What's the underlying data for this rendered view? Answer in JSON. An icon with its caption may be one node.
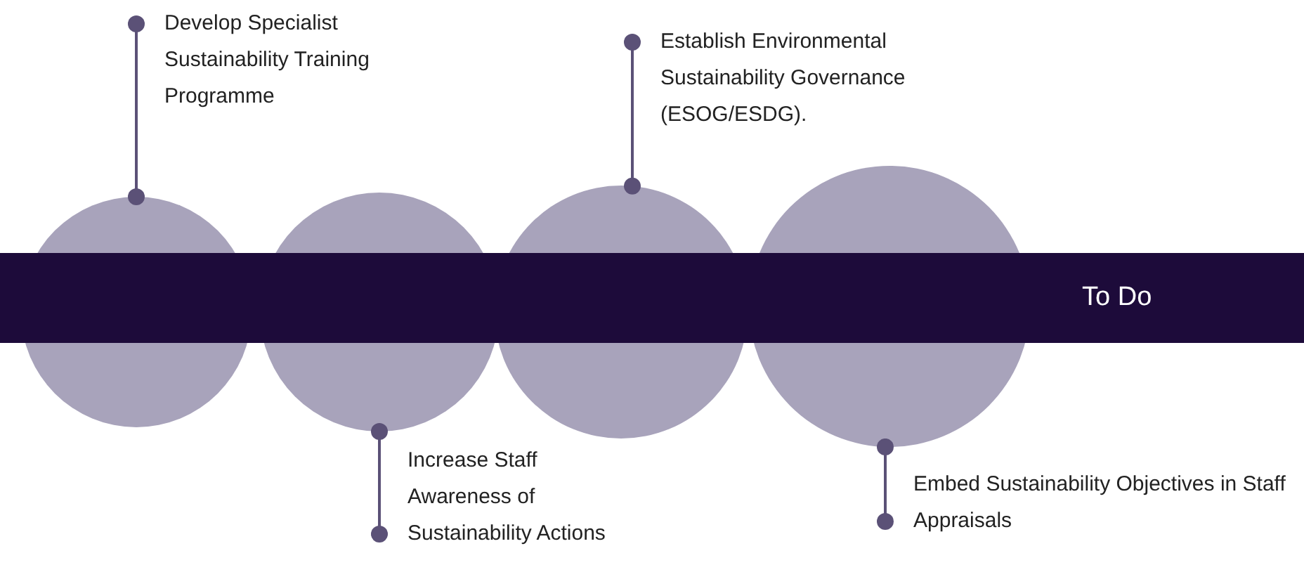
{
  "diagram": {
    "nodes": [
      {
        "text": [
          "Develop Specialist Sustainability Training Programme"
        ]
      },
      {
        "text": [
          "Establish Environmental Sustainability Governance (ESOG/ESDG)."
        ]
      },
      {
        "text": [
          "To Do"
        ]
      },
      {
        "text": [],
        "shape": "circle"
      },
      {
        "text": [],
        "shape": "circle"
      },
      {
        "text": [],
        "shape": "circle"
      },
      {
        "text": [],
        "shape": "circle"
      },
      {
        "text": [
          "Increase Staff Awareness of Sustainability Actions"
        ]
      },
      {
        "text": [
          "Embed Sustainability Objectives in Staff Appraisals"
        ]
      }
    ],
    "edges": [
      {
        "from": 0,
        "to": 3,
        "arrow": "other"
      },
      {
        "from": 1,
        "to": 5,
        "arrow": "other"
      },
      {
        "from": 7,
        "to": 4,
        "arrow": "other"
      },
      {
        "from": 8,
        "to": 6,
        "arrow": "other"
      }
    ]
  }
}
